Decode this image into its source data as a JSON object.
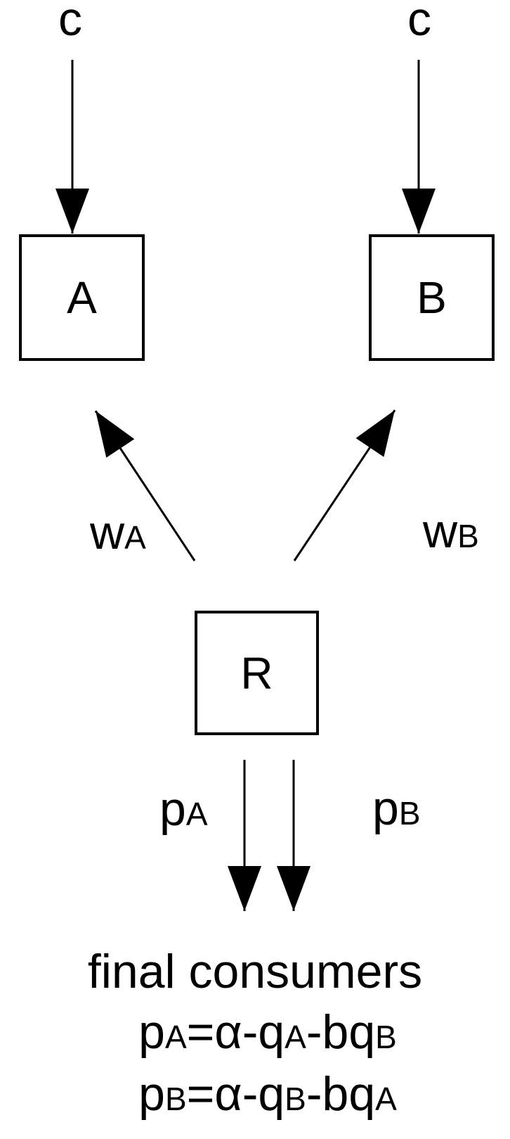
{
  "colors": {
    "ink": "#000000",
    "background": "#ffffff"
  },
  "diagram": {
    "cost_label_a": "c",
    "cost_label_b": "c",
    "node_a": "A",
    "node_b": "B",
    "node_r": "R",
    "wholesale_a": {
      "base": "w",
      "sub": "A"
    },
    "wholesale_b": {
      "base": "w",
      "sub": "B"
    },
    "price_a": {
      "base": "p",
      "sub": "A"
    },
    "price_b": {
      "base": "p",
      "sub": "B"
    },
    "consumers_title": "final consumers",
    "formula_a": {
      "p1": "p",
      "s1": "A",
      "p2": "=α-q",
      "s2": "A",
      "p3": "-bq",
      "s3": "B"
    },
    "formula_b": {
      "p1": "p",
      "s1": "B",
      "p2": "=α-q",
      "s2": "B",
      "p3": "-bq",
      "s3": "A"
    }
  }
}
